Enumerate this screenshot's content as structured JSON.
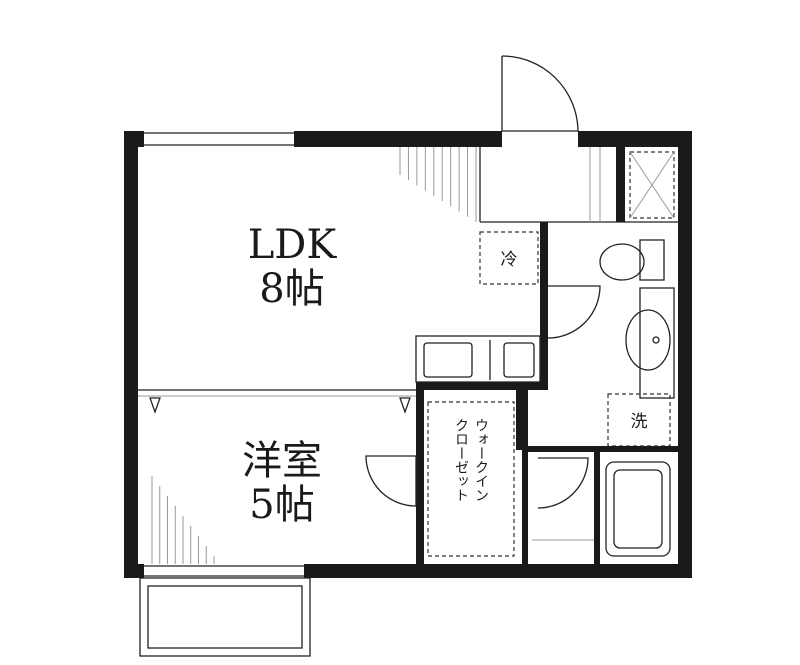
{
  "rooms": {
    "ldk": {
      "name": "LDK",
      "size": "8帖"
    },
    "western": {
      "name": "洋室",
      "size": "5帖"
    },
    "wic": {
      "lines": [
        "ウォークイン",
        "クローゼット"
      ]
    }
  },
  "labels": {
    "fridge": "冷",
    "washer": "洗"
  }
}
